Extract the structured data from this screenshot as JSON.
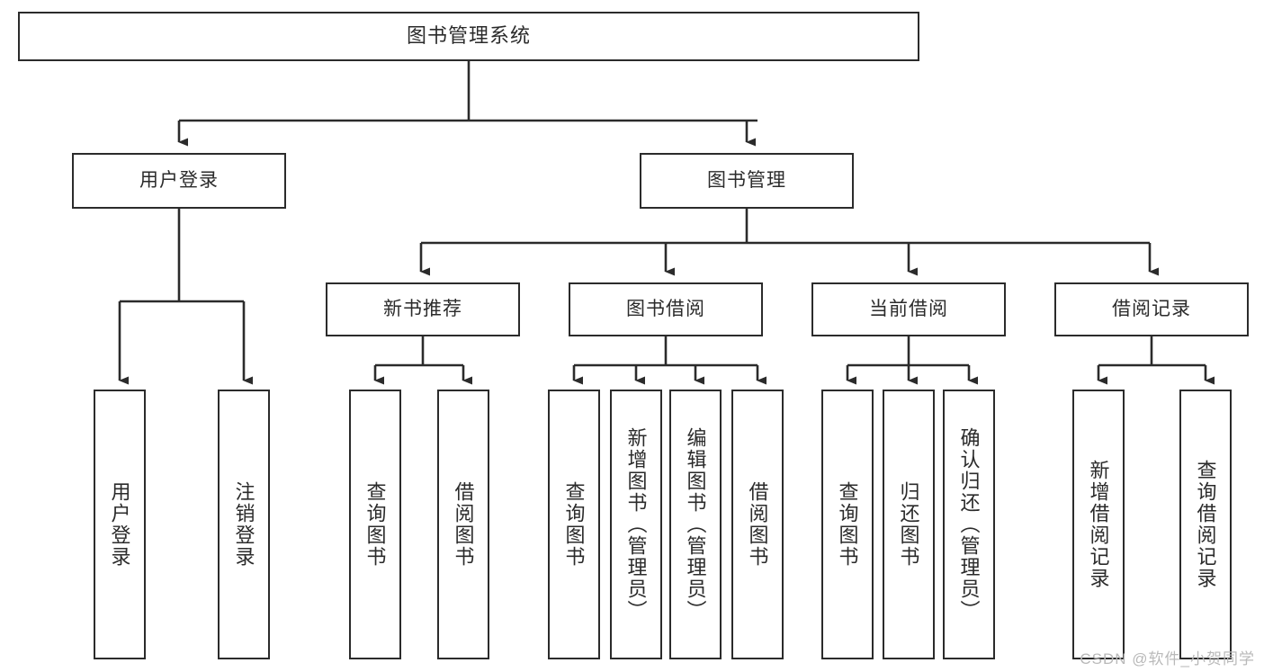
{
  "diagram": {
    "title": "图书管理系统",
    "type": "tree-hierarchy-diagram",
    "colors": {
      "box_border": "#2b2b2b",
      "box_fill": "#ffffff",
      "connector": "#2b2b2b",
      "background": "#ffffff",
      "watermark": "#b9b9b9"
    }
  },
  "root": {
    "label": "图书管理系统"
  },
  "level2": [
    {
      "label": "用户登录"
    },
    {
      "label": "图书管理"
    }
  ],
  "level3": [
    {
      "label": "新书推荐"
    },
    {
      "label": "图书借阅"
    },
    {
      "label": "当前借阅"
    },
    {
      "label": "借阅记录"
    }
  ],
  "leaves": {
    "user_login": [
      {
        "label": "用户登录"
      },
      {
        "label": "注销登录"
      }
    ],
    "new_book_recommend": [
      {
        "label": "查询图书"
      },
      {
        "label": "借阅图书"
      }
    ],
    "book_borrow": [
      {
        "label": "查询图书"
      },
      {
        "label": "新增图书（管理员）"
      },
      {
        "label": "编辑图书（管理员）"
      },
      {
        "label": "借阅图书"
      }
    ],
    "current_borrow": [
      {
        "label": "查询图书"
      },
      {
        "label": "归还图书"
      },
      {
        "label": "确认归还（管理员）"
      }
    ],
    "borrow_record": [
      {
        "label": "新增借阅记录"
      },
      {
        "label": "查询借阅记录"
      }
    ]
  },
  "watermark": {
    "text": "CSDN @软件_小贺同学"
  }
}
